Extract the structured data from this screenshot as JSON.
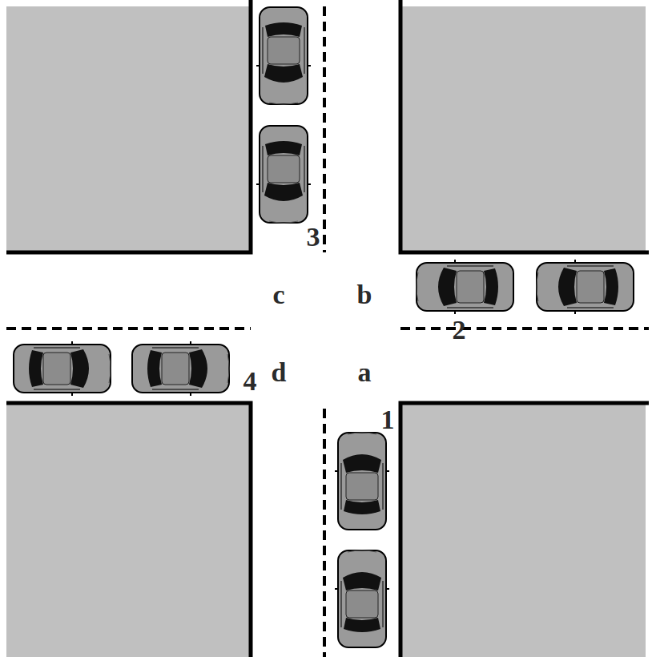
{
  "diagram": {
    "labels": [
      "3",
      "c",
      "b",
      "2",
      "d",
      "a",
      "4",
      "1"
    ]
  }
}
